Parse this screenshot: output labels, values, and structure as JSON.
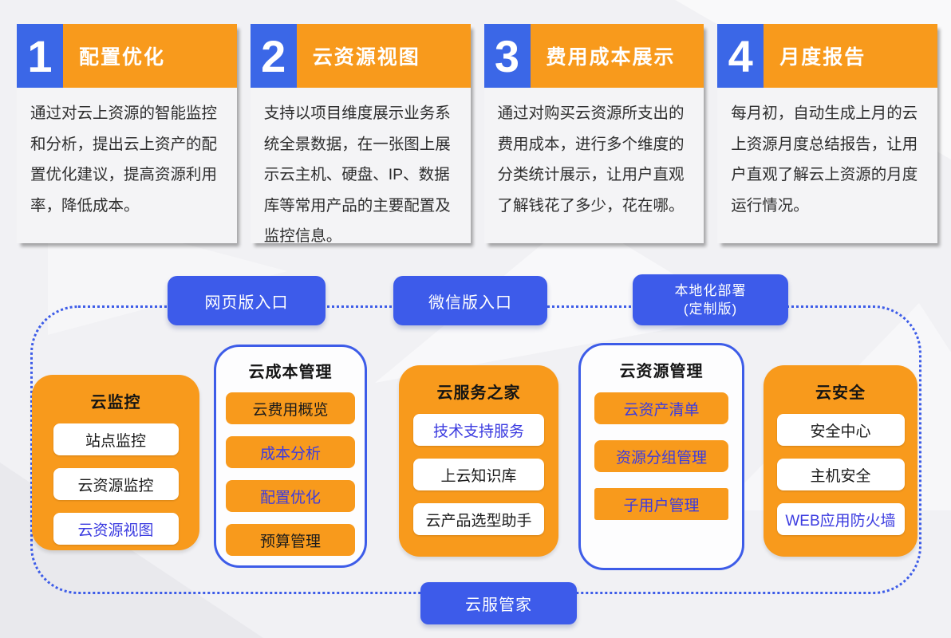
{
  "features": [
    {
      "number": "1",
      "title": "配置优化",
      "description": "通过对云上资源的智能监控和分析，提出云上资产的配置优化建议，提高资源利用率，降低成本。"
    },
    {
      "number": "2",
      "title": "云资源视图",
      "description": "支持以项目维度展示业务系统全景数据，在一张图上展示云主机、硬盘、IP、数据库等常用产品的主要配置及监控信息。"
    },
    {
      "number": "3",
      "title": "费用成本展示",
      "description": "通过对购买云资源所支出的费用成本，进行多个维度的分类统计展示，让用户直观了解钱花了多少，花在哪。"
    },
    {
      "number": "4",
      "title": "月度报告",
      "description": "每月初，自动生成上月的云上资源月度总结报告，让用户直观了解云上资源的月度运行情况。"
    }
  ],
  "entries": [
    {
      "label": "网页版入口"
    },
    {
      "label": "微信版入口"
    },
    {
      "label": "本地化部署",
      "sublabel": "(定制版)"
    }
  ],
  "modules": [
    {
      "title": "云监控",
      "items": [
        {
          "label": "站点监控"
        },
        {
          "label": "云资源监控"
        },
        {
          "label": "云资源视图"
        }
      ]
    },
    {
      "title": "云成本管理",
      "items": [
        {
          "label": "云费用概览"
        },
        {
          "label": "成本分析"
        },
        {
          "label": "配置优化"
        },
        {
          "label": "预算管理"
        }
      ]
    },
    {
      "title": "云服务之家",
      "items": [
        {
          "label": "技术支持服务"
        },
        {
          "label": "上云知识库"
        },
        {
          "label": "云产品选型助手"
        }
      ]
    },
    {
      "title": "云资源管理",
      "items": [
        {
          "label": "云资产清单"
        },
        {
          "label": "资源分组管理"
        },
        {
          "label": "子用户管理"
        }
      ]
    },
    {
      "title": "云安全",
      "items": [
        {
          "label": "安全中心"
        },
        {
          "label": "主机安全"
        },
        {
          "label": "WEB应用防火墙"
        }
      ]
    }
  ],
  "footer": {
    "label": "云服管家"
  },
  "colors": {
    "tile_blue": "#3B67E7",
    "button_blue": "#3D5BEA",
    "dashed_border_blue": "#3D5CE8",
    "orange": "#F89A1C",
    "highlight_text_blue": "#3B3BE0",
    "card_body_bg": "#F4F4F6",
    "page_bg": "#F1F1F4"
  }
}
